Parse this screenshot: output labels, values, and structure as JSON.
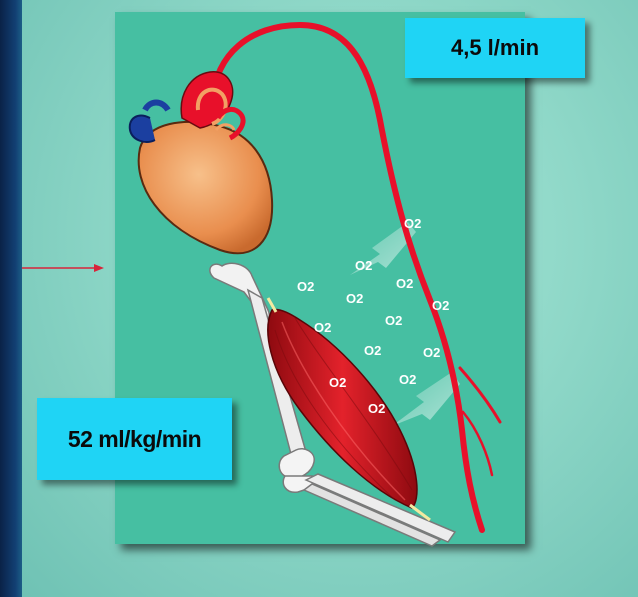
{
  "diagram": {
    "cardiac_output_label": "4,5 l/min",
    "vo2_label": "52 ml/kg/min",
    "oxygen_label": "O2"
  },
  "colors": {
    "background_dark": "#0e2f5c",
    "panel": "#46bfa2",
    "label_box": "#1fd4f5",
    "artery": "#e8102a",
    "heart": "#f2a064",
    "muscle": "#d0121c",
    "bone": "#efefef"
  },
  "icons": [
    "heart-icon",
    "arm-bone-icon",
    "muscle-icon",
    "artery-icon",
    "pointer-arrow-icon"
  ]
}
